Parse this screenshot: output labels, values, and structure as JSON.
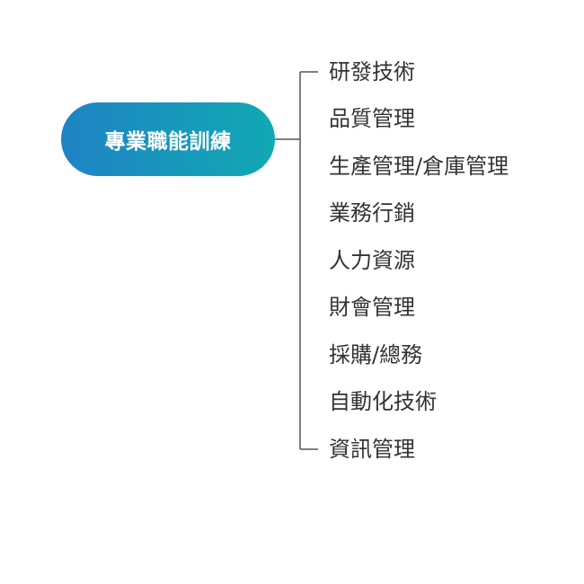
{
  "diagram": {
    "root": {
      "label": "專業職能訓練"
    },
    "branches": [
      {
        "label": "研發技術"
      },
      {
        "label": "品質管理"
      },
      {
        "label": "生產管理/倉庫管理"
      },
      {
        "label": "業務行銷"
      },
      {
        "label": "人力資源"
      },
      {
        "label": "財會管理"
      },
      {
        "label": "採購/總務"
      },
      {
        "label": "自動化技術"
      },
      {
        "label": "資訊管理"
      }
    ],
    "colors": {
      "root_gradient_start": "#1f83c4",
      "root_gradient_end": "#11a9b3",
      "connector": "#555555",
      "branch_text": "#333333",
      "root_text": "#ffffff"
    }
  }
}
